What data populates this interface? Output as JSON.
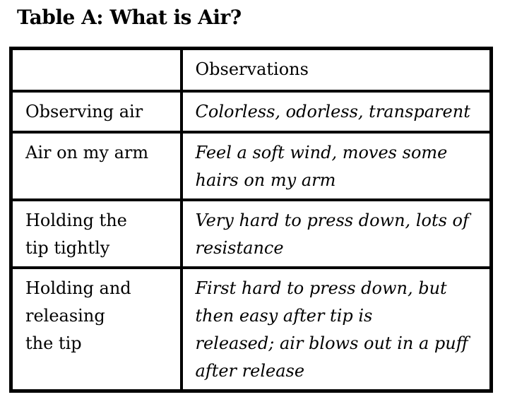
{
  "title": "Table A: What is Air?",
  "table": {
    "header": {
      "col1": "",
      "col2": "Observations"
    },
    "rows": [
      {
        "label": "Observing air",
        "observation": "Colorless, odorless, transparent"
      },
      {
        "label": "Air on my arm",
        "observation": "Feel a soft wind, moves some\nhairs on my arm"
      },
      {
        "label": "Holding the\ntip tightly",
        "observation": "Very hard to press down, lots of\nresistance"
      },
      {
        "label": "Holding and\nreleasing\nthe tip",
        "observation": "First hard to press down, but\nthen easy after tip is\nreleased; air blows out in a puff\nafter release"
      }
    ]
  },
  "colors": {
    "text": "#000000",
    "border": "#000000",
    "background": "#ffffff"
  }
}
